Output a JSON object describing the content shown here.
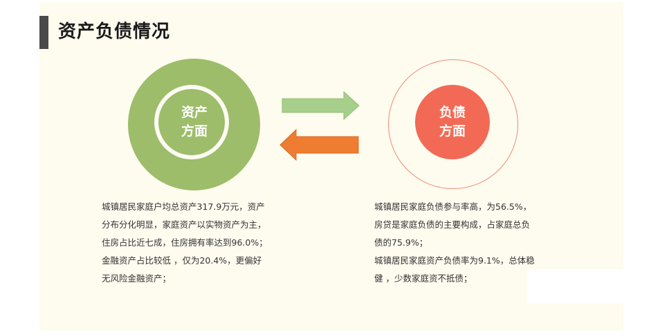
{
  "title": "资产负债情况",
  "assets": {
    "label_line1": "资产",
    "label_line2": "方面",
    "color_outer": "#9dbd6a",
    "text_lines": [
      "城镇居民家庭户均总资产317.9万元，资产",
      "分布分化明显，家庭资产以实物资产为主，",
      "住房占比近七成，住房拥有率达到96.0%；",
      "金融资产占比较低 ，仅为20.4%，更偏好",
      "无风险金融资产；"
    ]
  },
  "liabilities": {
    "label_line1": "负债",
    "label_line2": "方面",
    "color_inner": "#f26a55",
    "text_lines": [
      "城镇居民家庭负债参与率高，为56.5%，",
      "房贷是家庭负债的主要构成，占家庭总负",
      "债的75.9%；",
      "城镇居民家庭资产负债率为9.1%，总体稳",
      "健 ，少数家庭资不抵债；"
    ]
  },
  "arrows": {
    "right_arrow_color": "#a6cf8b",
    "left_arrow_color": "#ee7d32"
  }
}
